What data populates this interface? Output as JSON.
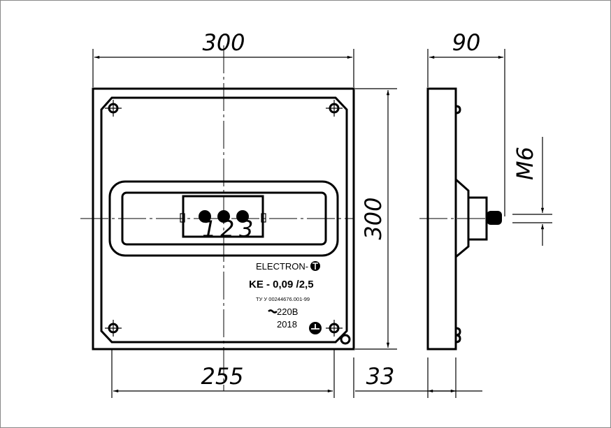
{
  "dimensions": {
    "width_top": "300",
    "height_right": "300",
    "mounting_bottom": "255",
    "offset_bottom": "33",
    "depth_side": "90",
    "thread": "M6"
  },
  "terminals": [
    "1",
    "2",
    "3"
  ],
  "nameplate": {
    "brand": "ELECTRON-",
    "model": "KE - 0,09 /2,5",
    "spec": "ТУ У 00244676.001-99",
    "voltage": "220В",
    "year": "2018"
  }
}
